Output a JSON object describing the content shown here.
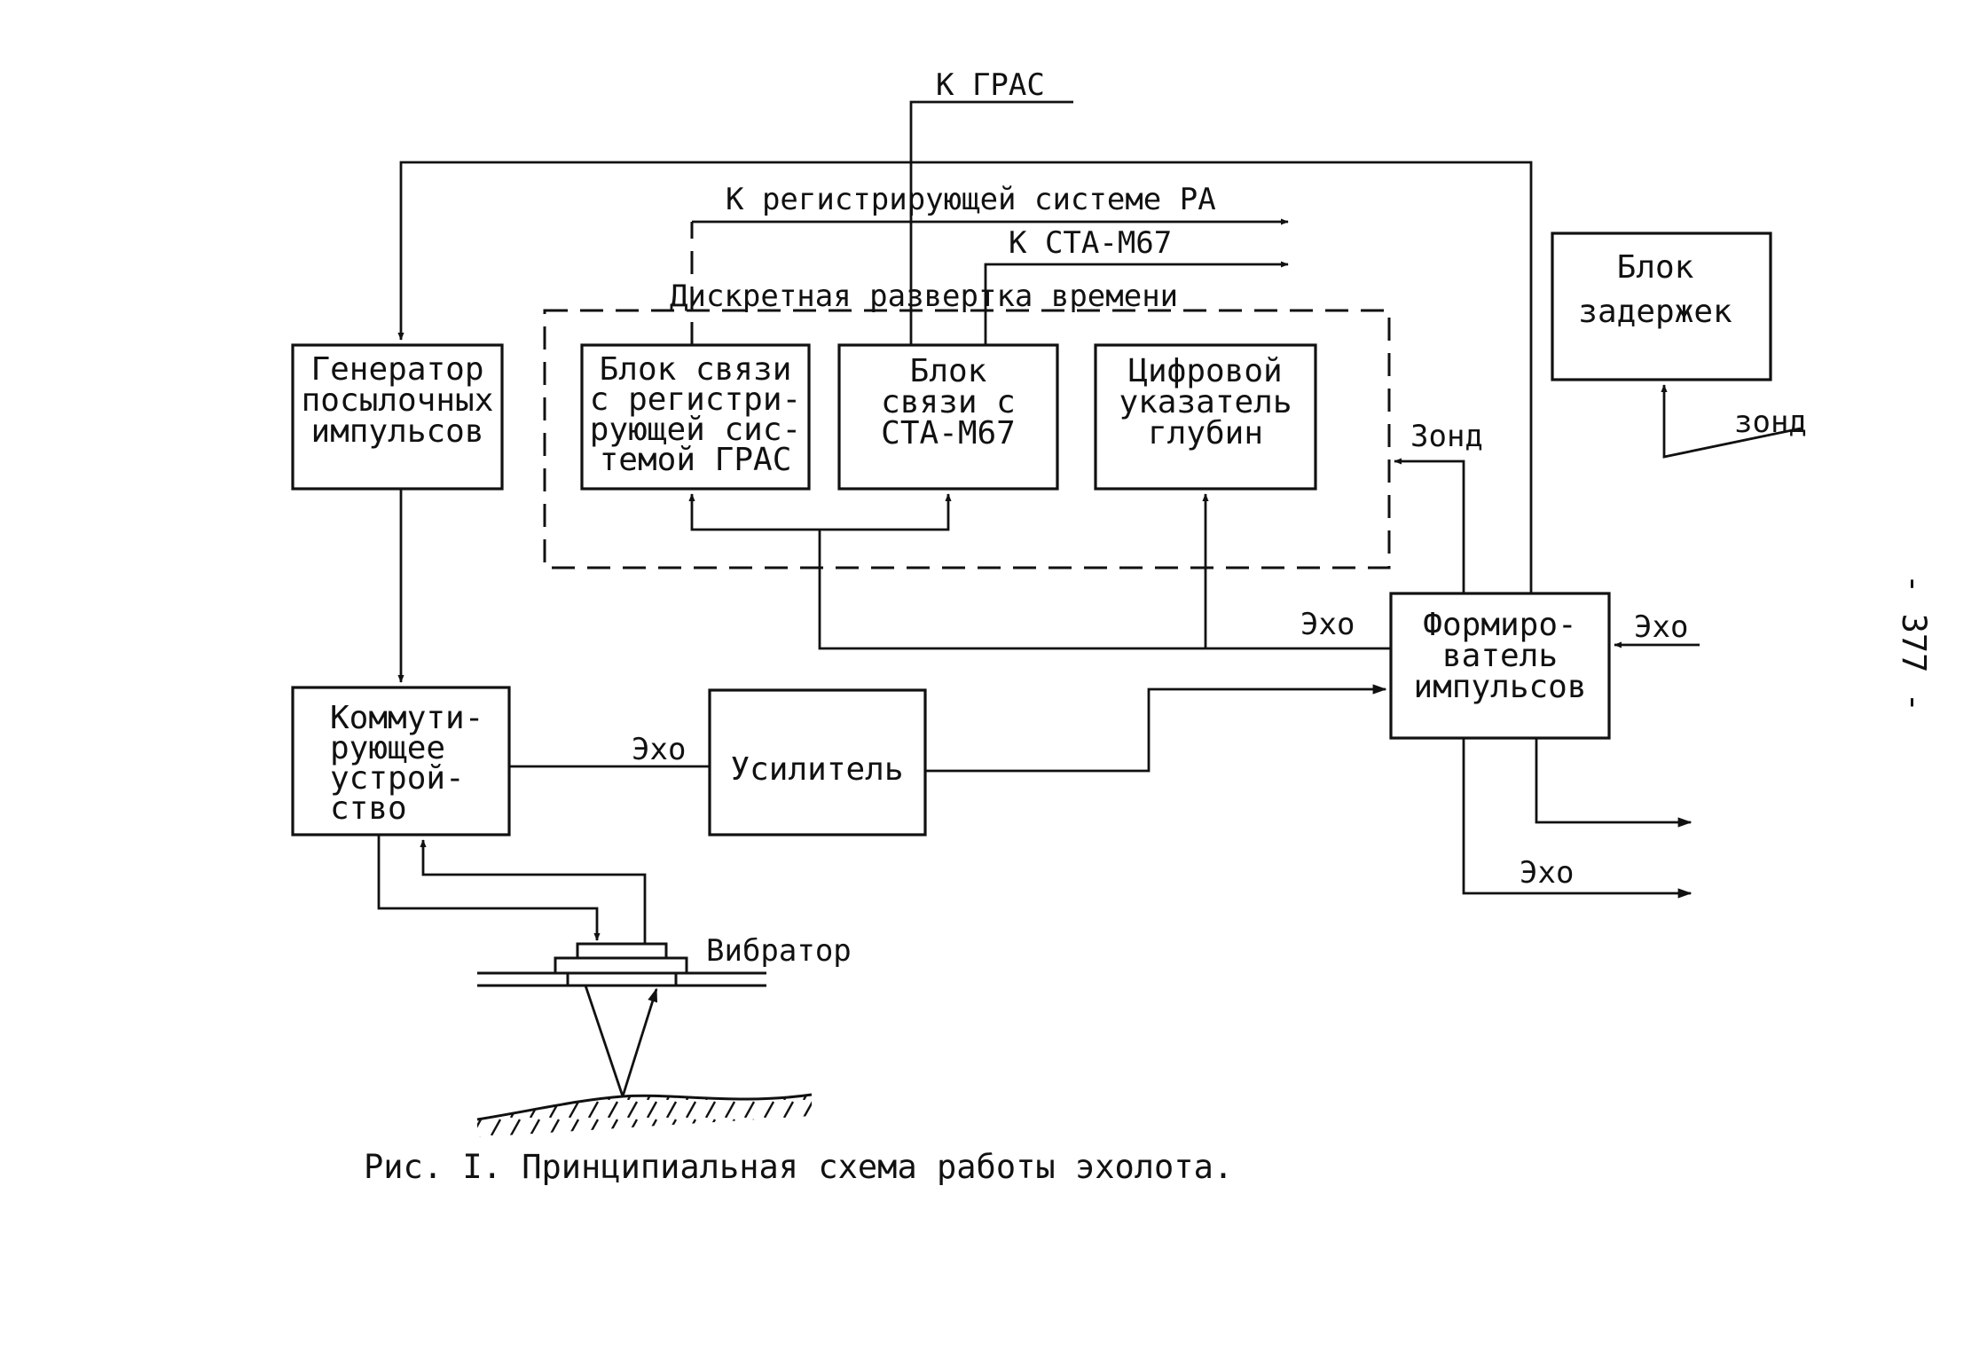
{
  "diagram": {
    "labels": {
      "k_gras": "К ГРАС",
      "k_reg_system": "К регистрирующей системе РА",
      "k_sta": "К СТА-М67",
      "discrete_sweep": "Дискретная развертка времени",
      "zond_in_delay": "зонд",
      "zond_to_sweep": "Зонд",
      "echo_to_sweep": "Эхо",
      "echo_in_former": "Эхо",
      "echo_switch_amp": "Эхо",
      "echo_out": "Эхо",
      "vibrator": "Вибратор"
    },
    "blocks": {
      "generator": [
        "Генератор",
        "посылочных",
        "импульсов"
      ],
      "link_gras": [
        "Блок связи",
        "с регистри-",
        "рующей сис-",
        "темой ГРАС"
      ],
      "link_sta": [
        "Блок",
        "связи с",
        "СТА-М67"
      ],
      "depth_indicator": [
        "Цифровой",
        "указатель",
        "глубин"
      ],
      "delay_block": [
        "Блок",
        "задержек"
      ],
      "switch": [
        "Коммути-",
        "рующее",
        "устрой-",
        "ство"
      ],
      "amplifier": [
        "Усилитель"
      ],
      "pulse_former": [
        "Формиро-",
        "ватель",
        "импульсов"
      ]
    },
    "caption": "Рис. I. Принципиальная схема работы эхолота.",
    "page_number": "- 377 -"
  }
}
